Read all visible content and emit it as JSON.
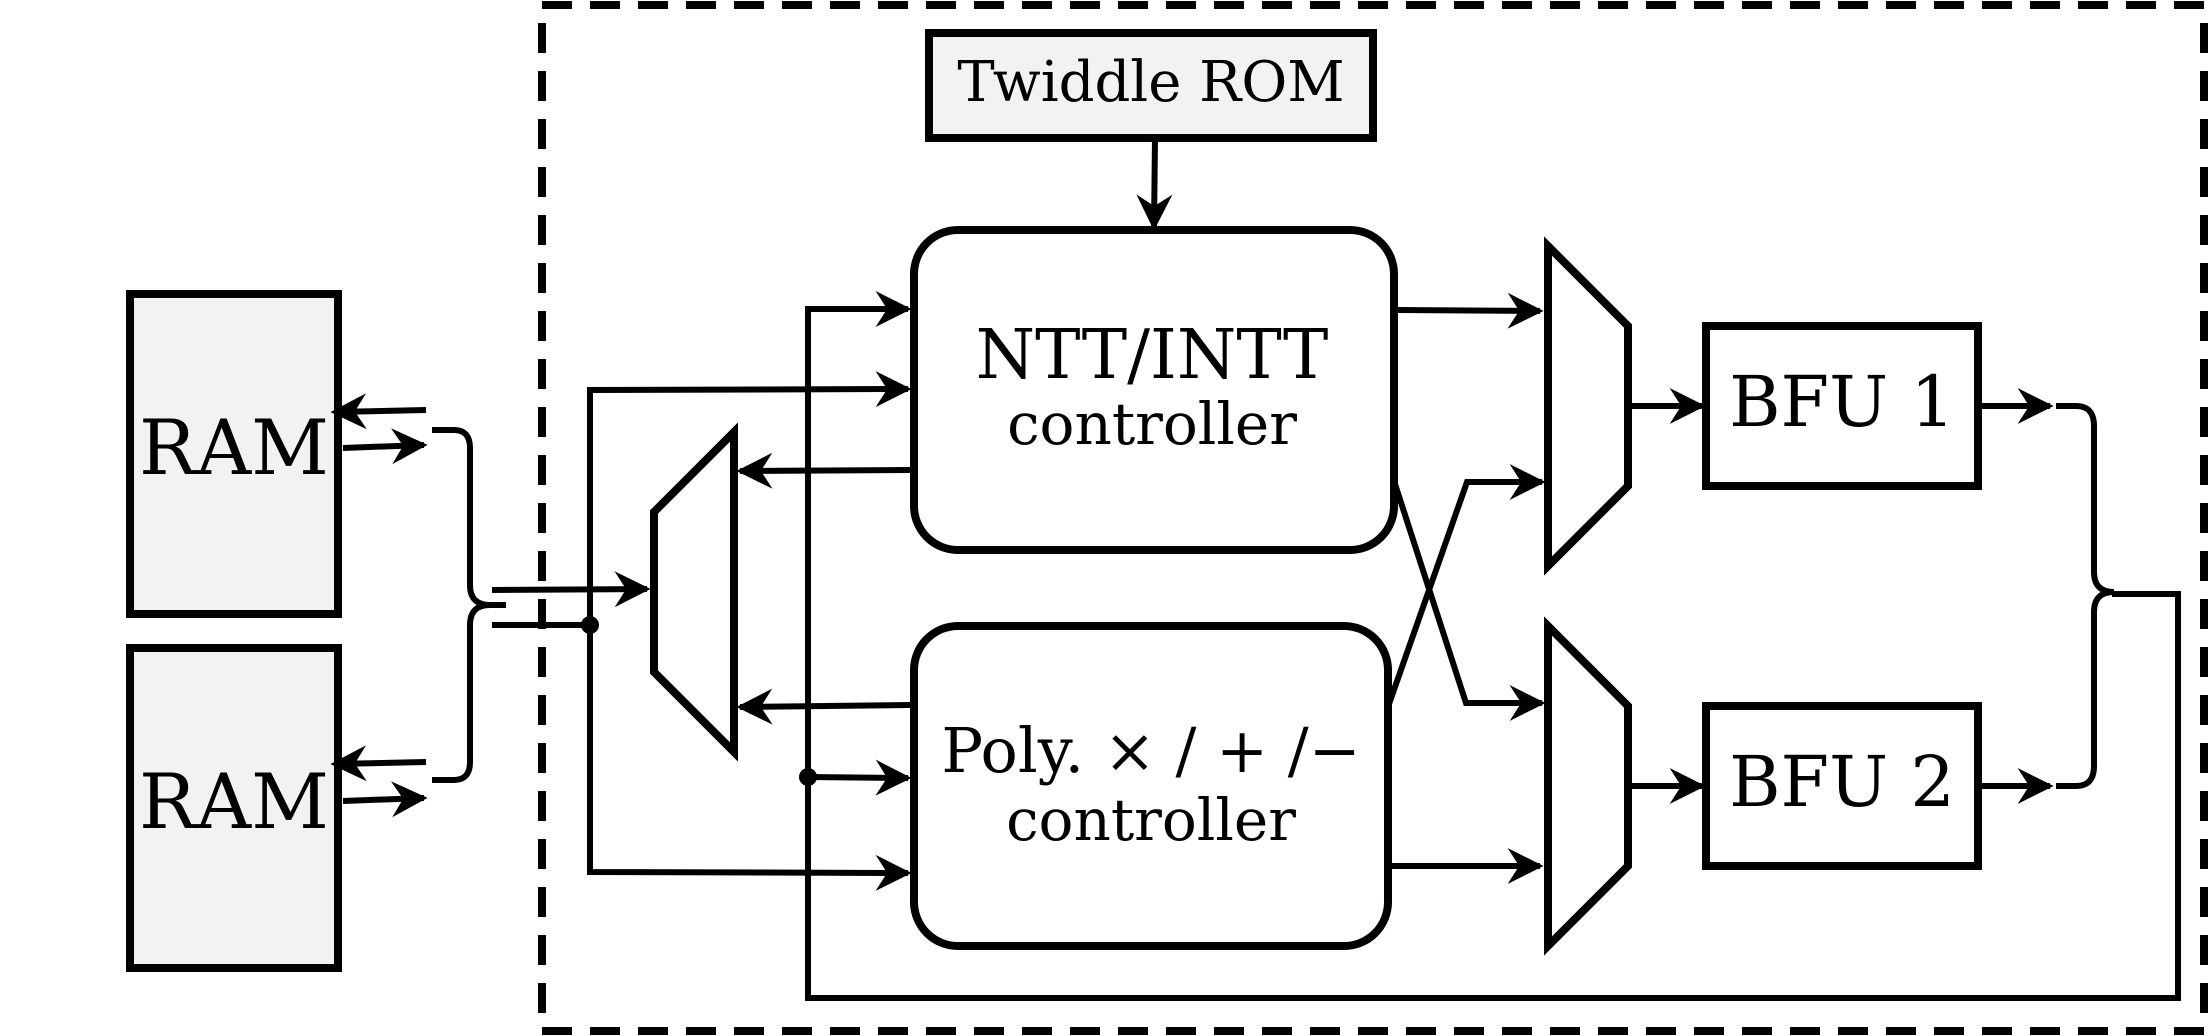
{
  "blocks": {
    "ram_top": "RAM",
    "ram_bottom": "RAM",
    "twiddle_rom": "Twiddle ROM",
    "ntt_line1": "NTT/INTT",
    "ntt_line2": "controller",
    "poly_line1": "Poly. × / + /−",
    "poly_line2": "controller",
    "bfu1": "BFU 1",
    "bfu2": "BFU 2"
  },
  "colors": {
    "block_fill": "#f2f2f2",
    "controller_fill": "#ffffff",
    "stroke": "#000000"
  }
}
